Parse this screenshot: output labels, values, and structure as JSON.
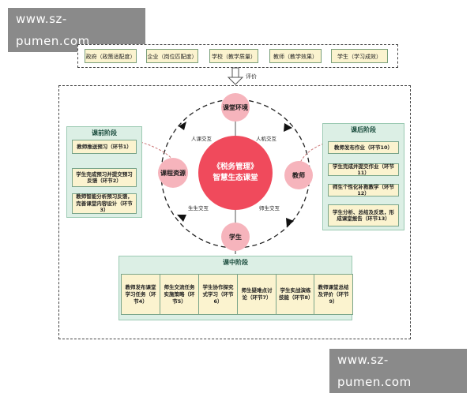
{
  "watermark_top": "www.sz-pumen.com",
  "watermark_bottom": "www.sz-pumen.com",
  "evaluation": {
    "items": [
      "政府（政策适配度）",
      "企业（岗位匹配度）",
      "学校（教学质量）",
      "教师（教学效果）",
      "学生（学习成效）"
    ],
    "arrow_label": "评价"
  },
  "pre_class": {
    "title": "课前阶段",
    "steps": [
      "教师推送预习（环节1）",
      "学生完成预习并提交预习反馈（环节2）",
      "教师智能分析预习反馈，完善课堂内容设计（环节3）"
    ]
  },
  "post_class": {
    "title": "课后阶段",
    "steps": [
      "教师发布作业（环节10）",
      "学生完成并提交作业（环节11）",
      "师生个性化补救教学（环节12）",
      "学生分析、总结及反思，形成课堂报告（环节13）"
    ]
  },
  "in_class": {
    "title": "课中阶段",
    "steps": [
      "教师发布课堂学习任务（环节4）",
      "师生交流任务实施策略（环节5）",
      "学生协作探究式学习（环节6）",
      "师生疑难点讨论（环节7）",
      "学生实战演练技能（环节8）",
      "教师课堂总结及评价（环节9）"
    ]
  },
  "center": {
    "line1": "《税务管理》",
    "line2": "智慧生态课堂"
  },
  "nodes": {
    "top": "课堂环境",
    "left": "课程资源",
    "right": "教师",
    "bottom": "学生"
  },
  "edges": {
    "top_left": "人课交互",
    "top_right": "人机交互",
    "bottom_left": "生生交互",
    "bottom_right": "师生交互"
  },
  "colors": {
    "center": "#f04a5c",
    "node": "#f6b4bc",
    "panel": "#dcefe5",
    "step": "#fbf3cf"
  }
}
